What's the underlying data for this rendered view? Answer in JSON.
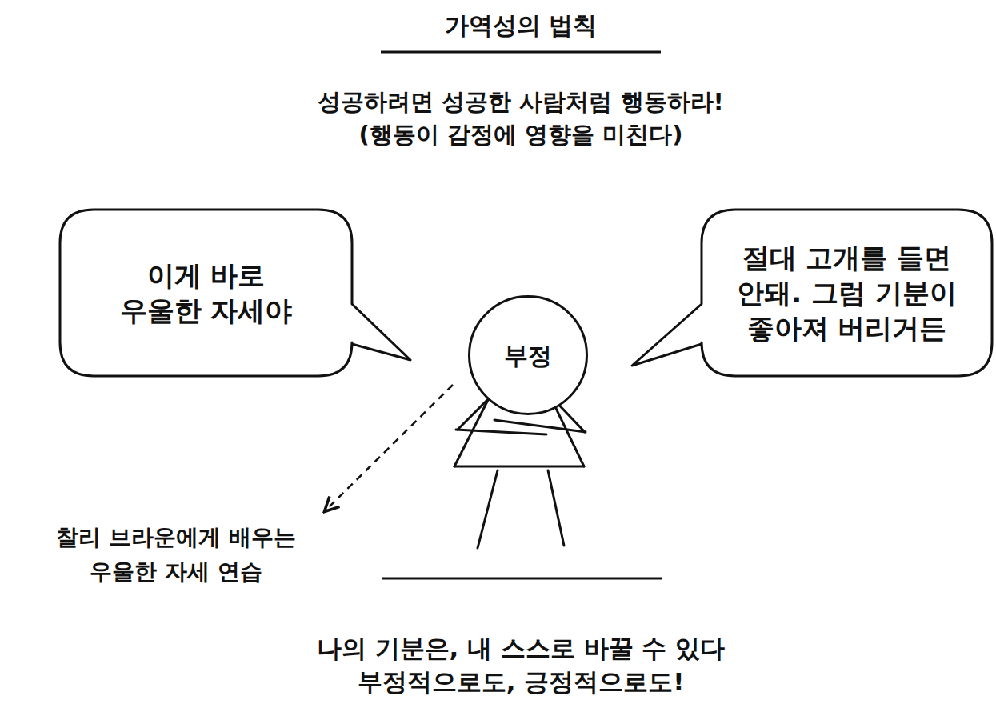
{
  "diagram": {
    "title": "가역성의 법칙",
    "caption": "나의 기분은, 내 스스로 바꿀 수 있다 부정적으로도, 긍정적으로도!",
    "nodes": [
      {
        "text": [
          "이게 바로 우울한 자세야"
        ]
      },
      {
        "text": [
          "부정"
        ]
      },
      {
        "text": [
          "절대 고개를 들면 안돼. 그럼 기분이 좋아져 버리거든"
        ]
      }
    ],
    "labels": [
      "성공하려면 성공한 사람처럼 행동하라!",
      "(행동이 감정에 영향을 미친다)",
      "찰리 브라운에게 배우는 우울한 자세 연습"
    ]
  }
}
